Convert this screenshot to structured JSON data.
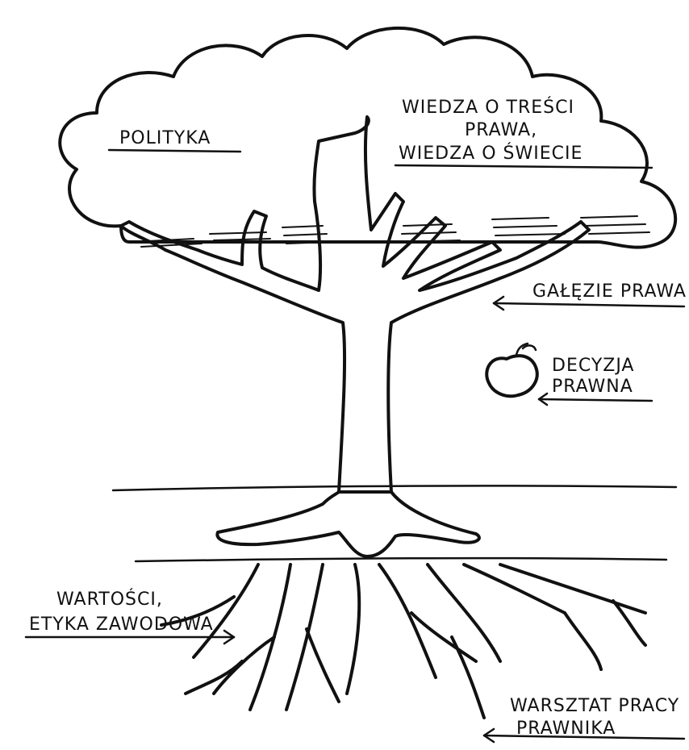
{
  "labels": {
    "politics": "POLITYKA",
    "knowledge_line1": "WIEDZA O TREŚCI",
    "knowledge_line2": "PRAWA,",
    "knowledge_line3": "WIEDZA O ŚWIECIE",
    "branches": "GAŁĘZIE PRAWA",
    "decision_line1": "DECYZJA",
    "decision_line2": "PRAWNA",
    "values_line1": "WARTOŚCI,",
    "values_line2": "ETYKA ZAWODOWA",
    "workshop_line1": "WARSZTAT PRACY",
    "workshop_line2": "PRAWNIKA"
  }
}
